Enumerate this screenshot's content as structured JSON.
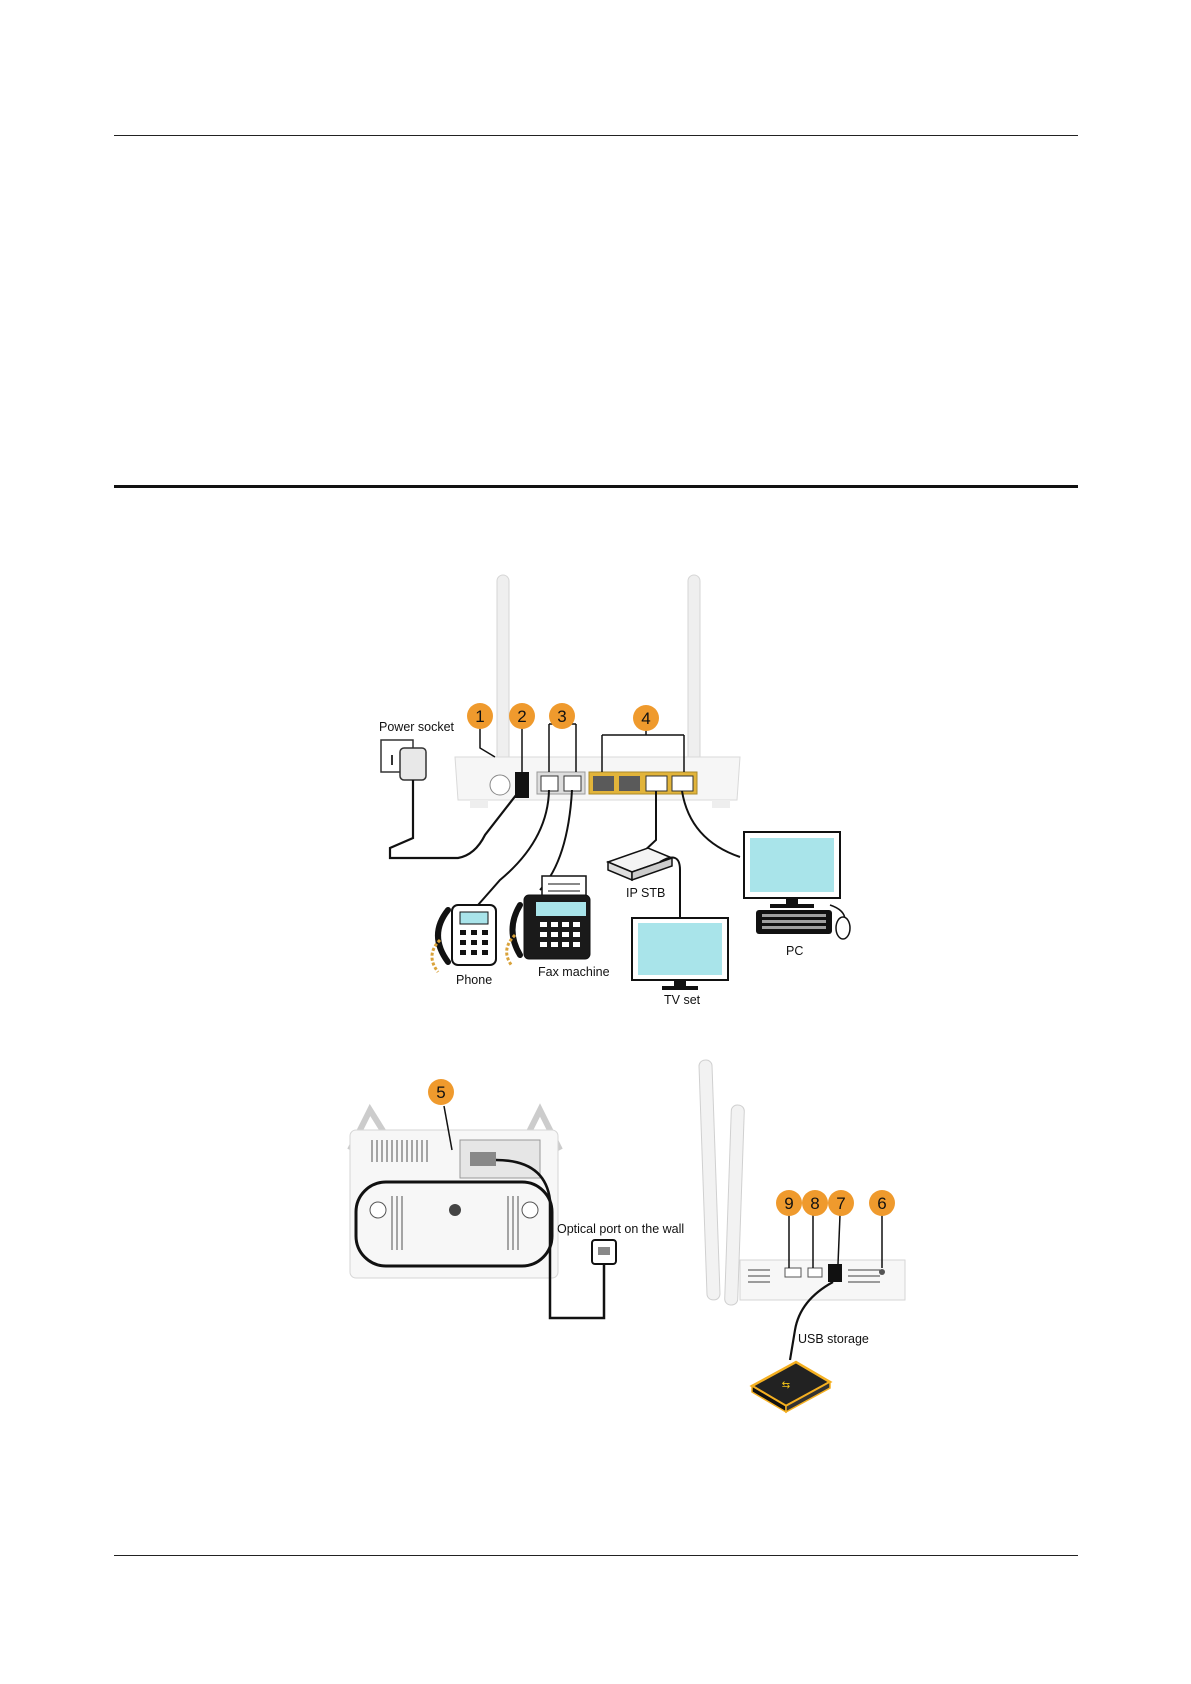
{
  "labels": {
    "power_socket": "Power socket",
    "phone": "Phone",
    "fax_machine": "Fax machine",
    "ip_stb": "IP STB",
    "tv_set": "TV set",
    "pc": "PC",
    "optical_port": "Optical port on the wall",
    "usb_storage": "USB storage"
  },
  "callouts": [
    "1",
    "2",
    "3",
    "4",
    "5",
    "6",
    "7",
    "8",
    "9"
  ],
  "colors": {
    "badge": "#ef9a2d",
    "screen": "#a9e4ea",
    "device_accent": "#f5c518",
    "lan_port": "#e2b43a",
    "cable": "#111111"
  }
}
